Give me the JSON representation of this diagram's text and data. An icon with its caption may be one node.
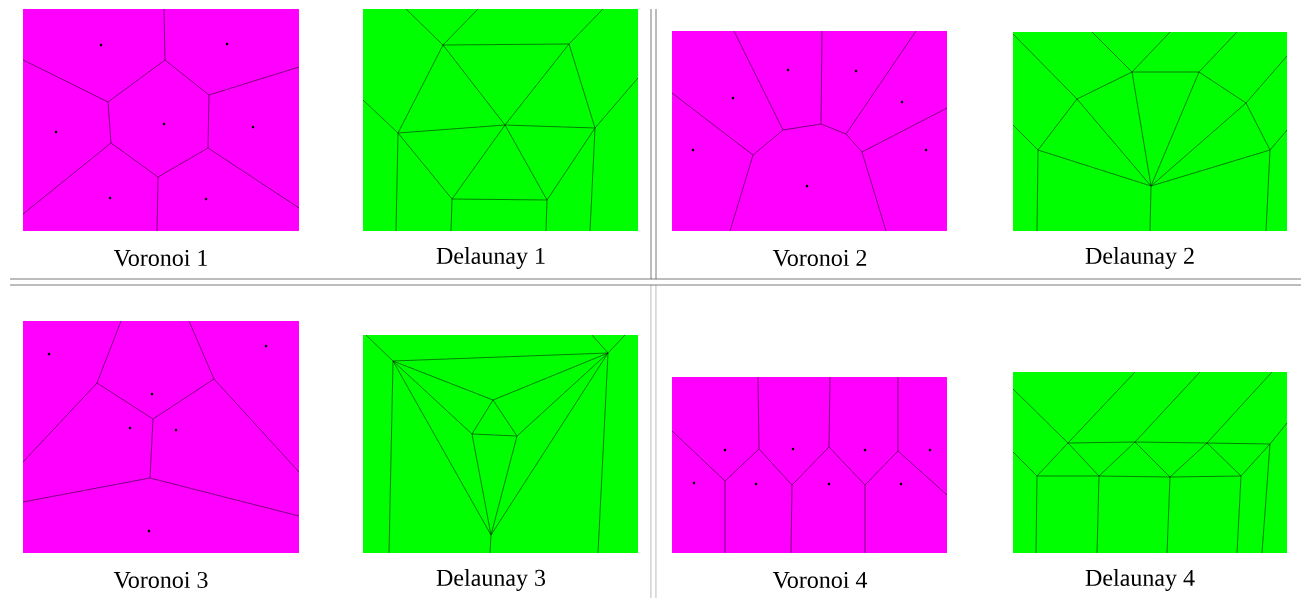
{
  "diagram": {
    "labels": [
      "Voronoi 1",
      "Delaunay 1",
      "Voronoi 2",
      "Delaunay 2",
      "Voronoi 3",
      "Delaunay 3",
      "Voronoi 4",
      "Delaunay 4"
    ]
  }
}
